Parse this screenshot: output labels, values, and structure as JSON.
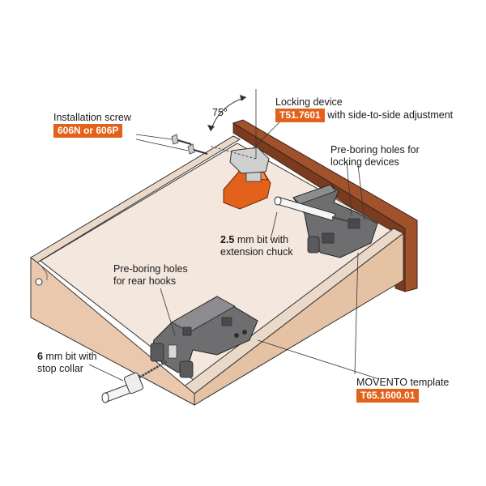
{
  "labels": {
    "installation_screw": "Installation screw",
    "installation_screw_code": "606N or 606P",
    "angle": "75°",
    "locking_device": "Locking device",
    "locking_device_code": "T51.7601",
    "locking_device_suffix": "with side-to-side adjustment",
    "preboring_locking_line1": "Pre-boring holes for",
    "preboring_locking_line2": "locking devices",
    "bit25_value": "2.5",
    "bit25_line1_rest": " mm bit with",
    "bit25_line2": "extension chuck",
    "preboring_rear_line1": "Pre-boring holes",
    "preboring_rear_line2": "for rear hooks",
    "bit6_value": "6",
    "bit6_line1_rest": " mm bit with",
    "bit6_line2": "stop collar",
    "template": "MOVENTO template",
    "template_code": "T65.1600.01"
  },
  "colors": {
    "accent": "#e2621b",
    "panel_light": "#f3e7de",
    "panel_side": "#e9c8ad",
    "front_wood": "#a0522d",
    "template_gray": "#6e6e70"
  }
}
